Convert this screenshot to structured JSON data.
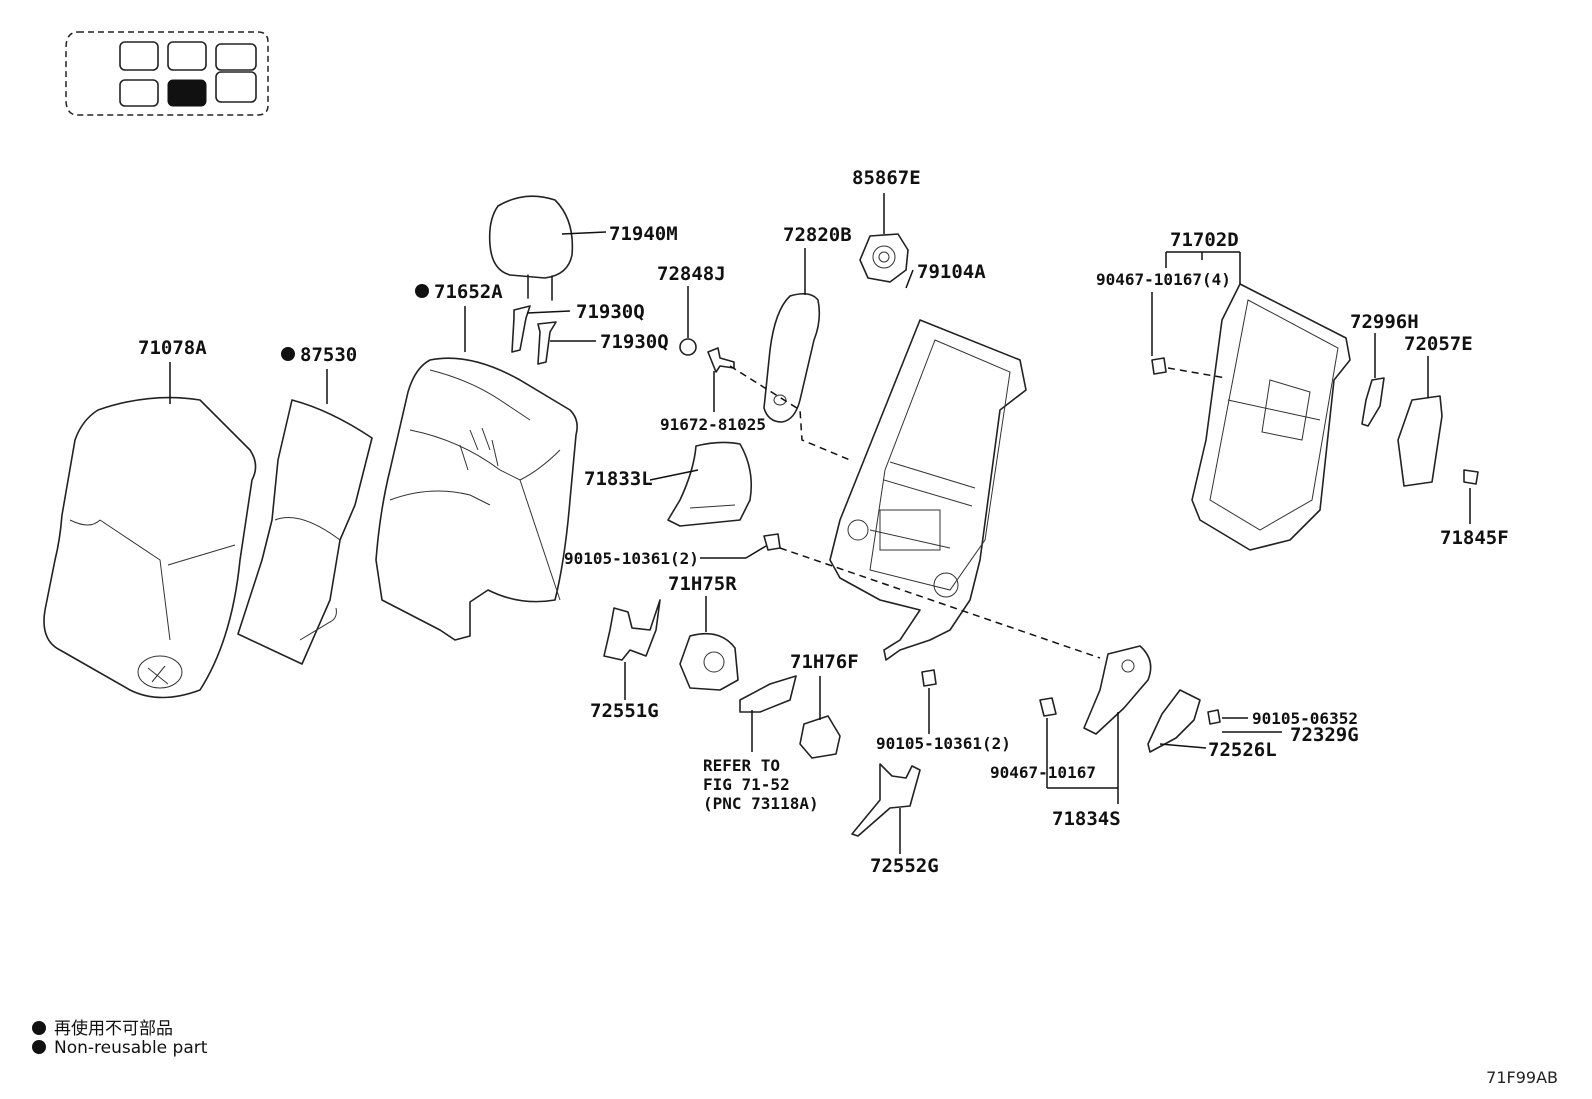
{
  "parts": {
    "p71940M": "71940M",
    "p71930Q_a": "71930Q",
    "p71930Q_b": "71930Q",
    "p71652A": "71652A",
    "p87530": "87530",
    "p71078A": "71078A",
    "p72848J": "72848J",
    "p91672": "91672-81025",
    "p72820B": "72820B",
    "p85867E": "85867E",
    "p79104A": "79104A",
    "p71833L": "71833L",
    "p90105_a": "90105-10361(2)",
    "p71H75R": "71H75R",
    "p72551G": "72551G",
    "p71H76F": "71H76F",
    "p90105_b": "90105-10361(2)",
    "p72552G": "72552G",
    "p71702D": "71702D",
    "p90467_4": "90467-10167(4)",
    "p72996H": "72996H",
    "p72057E": "72057E",
    "p71845F": "71845F",
    "p90105_06352": "90105-06352",
    "p72329G": "72329G",
    "p72526L": "72526L",
    "p90467": "90467-10167",
    "p71834S": "71834S"
  },
  "refer": {
    "line1": "REFER TO",
    "line2": "FIG 71-52",
    "line3": "(PNC 73118A)"
  },
  "legend": {
    "jp": "再使用不可部品",
    "en": "Non-reusable part"
  },
  "figure_id": "71F99AB"
}
